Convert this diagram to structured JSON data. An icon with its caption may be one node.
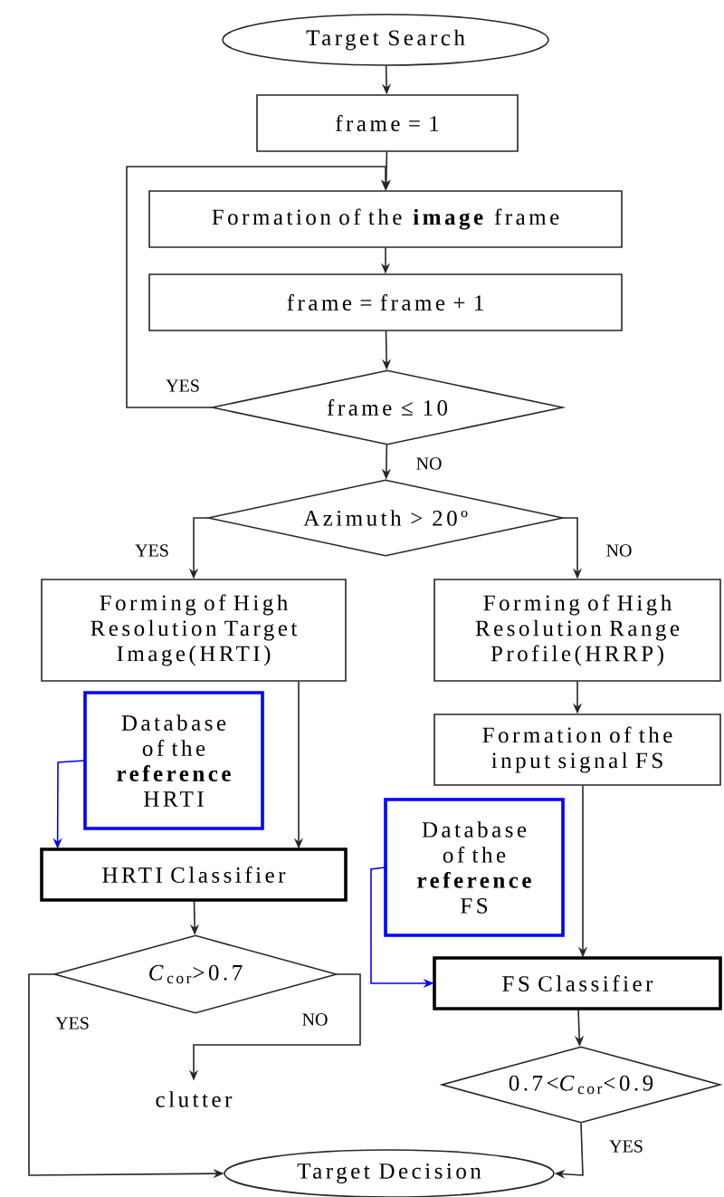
{
  "diagram": {
    "nodes": [
      {
        "text": [
          "Target Search"
        ]
      },
      {
        "text": [
          "frame = 1"
        ]
      },
      {
        "text": [
          "Formation of the **image** frame"
        ]
      },
      {
        "text": [
          "frame = frame + 1"
        ]
      },
      {
        "text": [
          "frame ≤ 10"
        ]
      },
      {
        "text": [
          "Azimuth > 20º"
        ]
      },
      {
        "text": [
          "Forming of High Resolution Target Image(HRTI)"
        ]
      },
      {
        "text": [
          "Forming of High Resolution Range Profile(HRRP)"
        ]
      },
      {
        "text": [
          "Formation of the input signal FS"
        ]
      },
      {
        "text": [
          "Database of the **reference** HRTI"
        ]
      },
      {
        "text": [
          "Database of the **reference** FS"
        ]
      },
      {
        "text": [
          "HRTI Classifier"
        ]
      },
      {
        "text": [
          "FS Classifier"
        ]
      },
      {
        "text": [
          "*C*$_{cor}$>0.7"
        ]
      },
      {
        "text": [
          "0.7<*C*$_{cor}$<0.9"
        ]
      },
      {
        "text": [
          "clutter"
        ]
      },
      {
        "text": [
          "Target Decision"
        ]
      }
    ],
    "edges": [
      {
        "from": 0,
        "to": 1,
        "arrow": "to"
      },
      {
        "from": 1,
        "to": 2,
        "arrow": "to"
      },
      {
        "from": 2,
        "to": 3,
        "arrow": "to"
      },
      {
        "from": 3,
        "to": 4,
        "arrow": "to"
      },
      {
        "from": 4,
        "to": 2,
        "arrow": "to",
        "label": "YES"
      },
      {
        "from": 4,
        "to": 5,
        "arrow": "to",
        "label": "NO"
      },
      {
        "from": 5,
        "to": 6,
        "arrow": "to",
        "label": "YES"
      },
      {
        "from": 5,
        "to": 7,
        "arrow": "to",
        "label": "NO"
      },
      {
        "from": 6,
        "to": 11,
        "arrow": "to"
      },
      {
        "from": 9,
        "to": 11,
        "arrow": "to",
        "color": "#0000ff"
      },
      {
        "from": 7,
        "to": 8,
        "arrow": "to"
      },
      {
        "from": 8,
        "to": 12,
        "arrow": "to"
      },
      {
        "from": 10,
        "to": 12,
        "arrow": "to",
        "color": "#0000ff"
      },
      {
        "from": 11,
        "to": 13,
        "arrow": "to"
      },
      {
        "from": 13,
        "to": 15,
        "arrow": "to",
        "label": "NO"
      },
      {
        "from": 13,
        "to": 16,
        "arrow": "to",
        "label": "YES"
      },
      {
        "from": 12,
        "to": 14,
        "arrow": "to"
      },
      {
        "from": 14,
        "to": 16,
        "arrow": "to",
        "label": "YES"
      }
    ]
  }
}
